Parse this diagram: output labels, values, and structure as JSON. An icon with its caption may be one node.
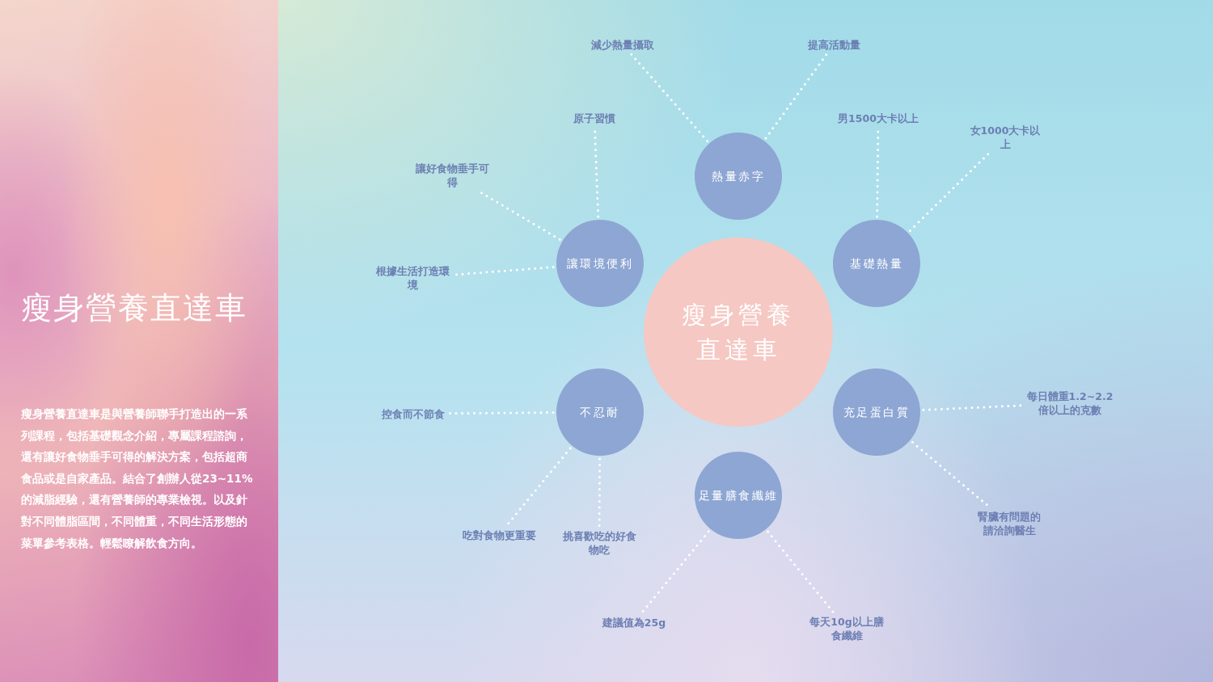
{
  "diagram": {
    "title": "瘦身營養直達車",
    "nodes": [
      {
        "text": [
          "瘦身營養直達車"
        ]
      },
      {
        "text": [
          "熱量赤字"
        ]
      },
      {
        "text": [
          "基礎熱量"
        ]
      },
      {
        "text": [
          "充足蛋白質"
        ]
      },
      {
        "text": [
          "足量膳食纖維"
        ]
      },
      {
        "text": [
          "不忍耐"
        ]
      },
      {
        "text": [
          "讓環境便利"
        ]
      },
      {
        "text": [
          "減少熱量攝取"
        ]
      },
      {
        "text": [
          "提高活動量"
        ]
      },
      {
        "text": [
          "男1500大卡以上"
        ]
      },
      {
        "text": [
          "女1000大卡以上"
        ]
      },
      {
        "text": [
          "每日體重1.2~2.2倍以上的克數"
        ]
      },
      {
        "text": [
          "腎臟有問題的請洽詢醫生"
        ]
      },
      {
        "text": [
          "每天10g以上膳食纖維"
        ]
      },
      {
        "text": [
          "建議值為25g"
        ]
      },
      {
        "text": [
          "挑喜歡吃的好食物吃"
        ]
      },
      {
        "text": [
          "吃對食物更重要"
        ]
      },
      {
        "text": [
          "控食而不節食"
        ]
      },
      {
        "text": [
          "根據生活打造環境"
        ]
      },
      {
        "text": [
          "讓好食物垂手可得"
        ]
      },
      {
        "text": [
          "原子習慣"
        ]
      }
    ],
    "edges": [
      {
        "from": 1,
        "to": 7,
        "arrow": "none"
      },
      {
        "from": 1,
        "to": 8,
        "arrow": "none"
      },
      {
        "from": 2,
        "to": 9,
        "arrow": "none"
      },
      {
        "from": 2,
        "to": 10,
        "arrow": "none"
      },
      {
        "from": 3,
        "to": 11,
        "arrow": "none"
      },
      {
        "from": 3,
        "to": 12,
        "arrow": "none"
      },
      {
        "from": 4,
        "to": 13,
        "arrow": "none"
      },
      {
        "from": 4,
        "to": 14,
        "arrow": "none"
      },
      {
        "from": 5,
        "to": 15,
        "arrow": "none"
      },
      {
        "from": 5,
        "to": 16,
        "arrow": "none"
      },
      {
        "from": 5,
        "to": 17,
        "arrow": "none"
      },
      {
        "from": 6,
        "to": 18,
        "arrow": "none"
      },
      {
        "from": 6,
        "to": 19,
        "arrow": "none"
      },
      {
        "from": 6,
        "to": 20,
        "arrow": "none"
      }
    ],
    "labels": [
      "瘦身營養直達車是與營養師聯手打造出的一系列課程，包括基礎觀念介紹，專屬課程諮詢，還有讓好食物垂手可得的解決方案，包括超商食品或是自家產品。結合了創辦人從23~11%的減脂經驗，還有營養師的專業檢視。以及針對不同體脂區間，不同體重，不同生活形態的菜單參考表格。輕鬆瞭解飲食方向。"
    ]
  }
}
